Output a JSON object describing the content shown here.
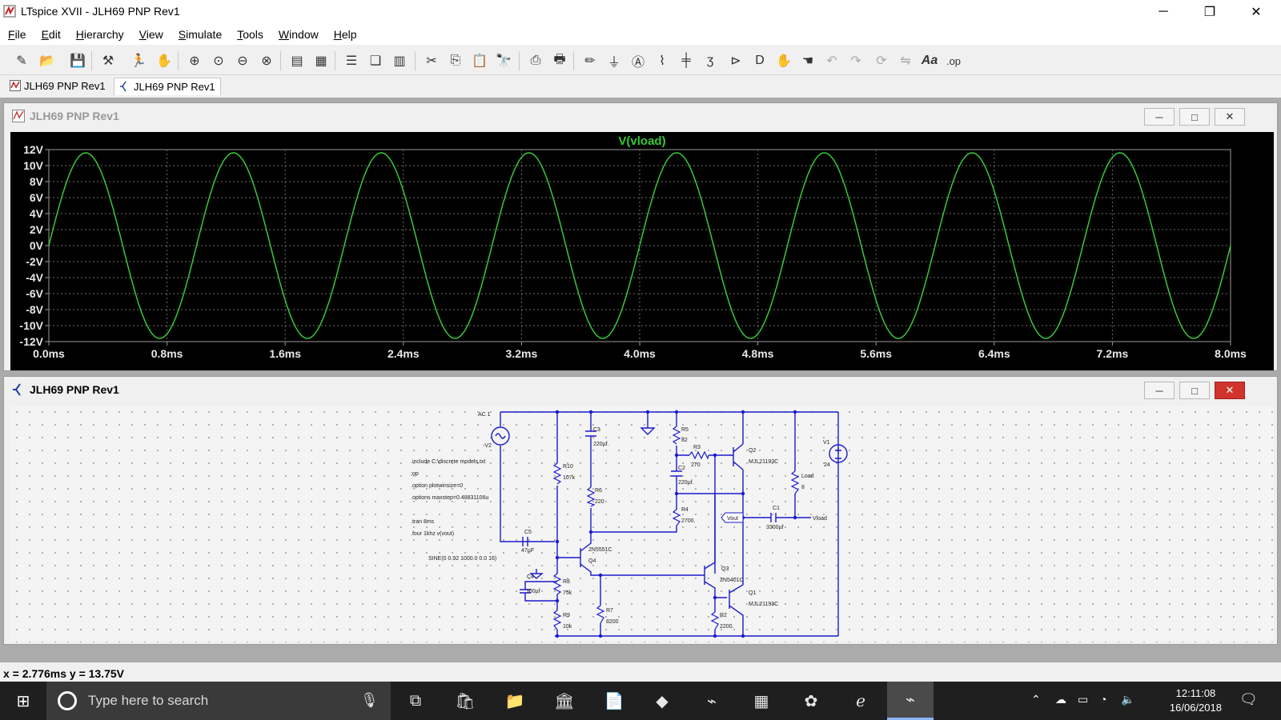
{
  "window": {
    "title": "LTspice XVII - JLH69 PNP Rev1",
    "minimize": "─",
    "maximize": "❐",
    "close": "✕"
  },
  "menu": [
    {
      "label": "File",
      "u": "F",
      "rest": "ile"
    },
    {
      "label": "Edit",
      "u": "E",
      "rest": "dit"
    },
    {
      "label": "Hierarchy",
      "u": "H",
      "rest": "ierarchy"
    },
    {
      "label": "View",
      "u": "V",
      "rest": "iew"
    },
    {
      "label": "Simulate",
      "u": "S",
      "rest": "imulate"
    },
    {
      "label": "Tools",
      "u": "T",
      "rest": "ools"
    },
    {
      "label": "Window",
      "u": "W",
      "rest": "indow"
    },
    {
      "label": "Help",
      "u": "H",
      "rest": "elp"
    }
  ],
  "toolbar": {
    "icons": [
      "new-schematic-icon",
      "open-icon",
      "save-icon",
      "control-panel-icon",
      "run-icon",
      "halt-icon",
      "zoom-in-icon",
      "zoom-full-icon",
      "zoom-out-icon",
      "zoom-cancel-icon",
      "autoscale-icon",
      "grid-icon",
      "tile-horizontal-icon",
      "cascade-icon",
      "tile-vertical-icon",
      "cut-icon",
      "copy-icon",
      "paste-icon",
      "find-icon",
      "print-icon",
      "print-setup-icon",
      "draw-wire-icon",
      "ground-icon",
      "label-net-icon",
      "resistor-icon",
      "capacitor-icon",
      "inductor-icon",
      "diode-icon",
      "component-icon",
      "move-icon",
      "drag-icon",
      "undo-icon",
      "redo-icon",
      "rotate-icon",
      "mirror-icon",
      "text-icon",
      "spice-directive-icon"
    ],
    "text_icon_label": "Aa",
    "op_label": ".op"
  },
  "tabs": [
    {
      "label": "JLH69 PNP Rev1",
      "kind": "waveform"
    },
    {
      "label": "JLH69 PNP Rev1",
      "kind": "schematic"
    }
  ],
  "plot_window": {
    "title": "JLH69 PNP Rev1",
    "trace_label": "V(vload)",
    "trace_color": "#38c838"
  },
  "chart_data": {
    "type": "line",
    "title": "V(vload)",
    "series": [
      {
        "name": "V(vload)",
        "amplitude": 11.6,
        "frequency_khz": 1.0,
        "phase_deg": 0
      }
    ],
    "x_ticks": [
      "0.0ms",
      "0.8ms",
      "1.6ms",
      "2.4ms",
      "3.2ms",
      "4.0ms",
      "4.8ms",
      "5.6ms",
      "6.4ms",
      "7.2ms",
      "8.0ms"
    ],
    "y_ticks": [
      "12V",
      "10V",
      "8V",
      "6V",
      "4V",
      "2V",
      "0V",
      "-2V",
      "-4V",
      "-6V",
      "-8V",
      "-10V",
      "-12V"
    ],
    "xlim": [
      0,
      8
    ],
    "ylim": [
      -12,
      12
    ],
    "grid": true
  },
  "schematic_window": {
    "title": "JLH69 PNP Rev1",
    "directives": [
      ".include C:\\discrete models.txt",
      ";op",
      ".option plotwinsize=0",
      ".options maxstep=0.48831106u",
      ".tran 8ms",
      ".four 1khz v(vout)"
    ],
    "source_value": "SINE(0 0.92 1000.0 0.0 16)",
    "labels": {
      "ac": "AC 1",
      "v2": "-V2",
      "v1": "V1",
      "v1_val": "24",
      "r10": "R10",
      "r10_val": "107k",
      "r6": "R6",
      "r6_val": "220",
      "c3": "C3",
      "c3_val": "220µf.",
      "r5": "R5",
      "r5_val": "82",
      "r3": "R3",
      "r3_val": "270",
      "c2": "C2",
      "c2_val": "220µf.",
      "r4": "R4",
      "r4_val": "2700.",
      "q2": "Q2",
      "q2_val": "MJL21193C",
      "load": "Load",
      "load_val": "8",
      "c1": "C1",
      "c1_val": "3300µf",
      "vout": "Vout",
      "vload": "Vload",
      "c5": "C5",
      "c5_val": "47µF",
      "q4_val": "2N5551C",
      "q4": "Q4",
      "c4": "C4",
      "c4_val": "100µf",
      "r8": "R8",
      "r8_val": "75k",
      "r9": "R9",
      "r9_val": "10k",
      "r7": "R7",
      "r7_val": "8200",
      "q3": "Q3",
      "q3_val": "2N5401C",
      "q1": "Q1",
      "q1_val": "MJL21193C",
      "r2": "R2",
      "r2_val": "2200."
    }
  },
  "status": "x = 2.776ms    y = 13.75V",
  "taskbar": {
    "search_placeholder": "Type here to search",
    "time": "12:11:08",
    "date": "16/06/2018"
  }
}
